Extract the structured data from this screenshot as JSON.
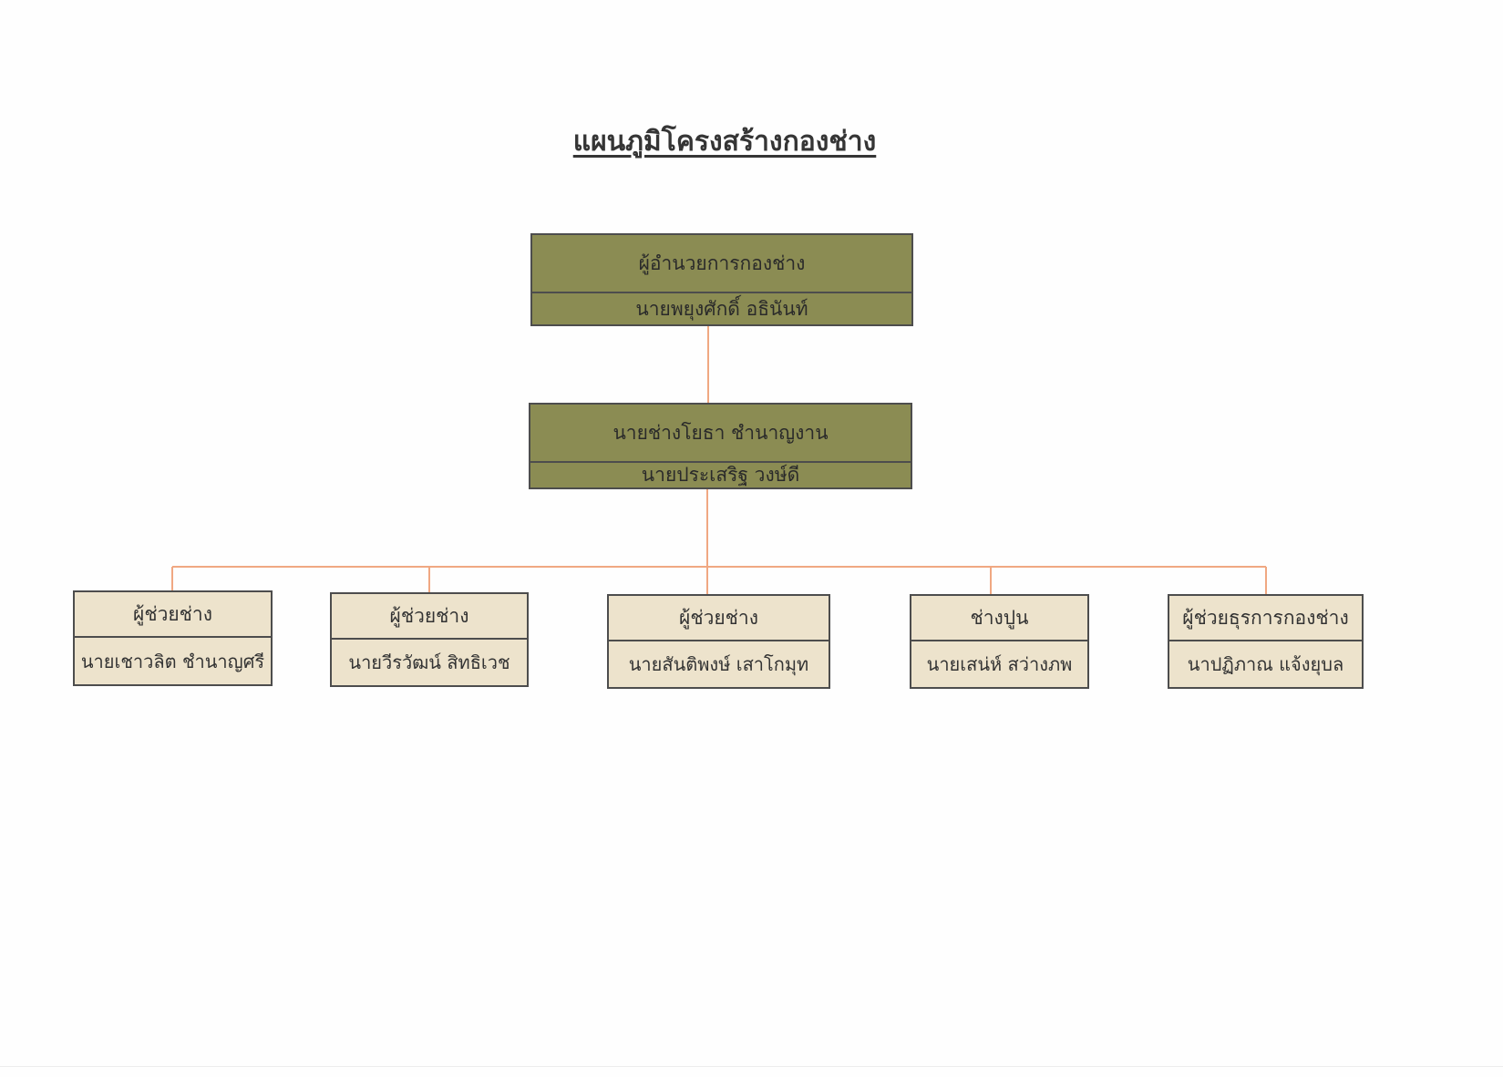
{
  "title": "แผนภูมิโครงสร้างกองช่าง",
  "line_color": "#f0a882",
  "director": {
    "position": "ผู้อำนวยการกองช่าง",
    "name": "นายพยุงศักดิ์ อธินันท์"
  },
  "engineer": {
    "position": "นายช่างโยธา ชำนาญงาน",
    "name": "นายประเสริฐ วงษ์ดี"
  },
  "staff": [
    {
      "position": "ผู้ช่วยช่าง",
      "name": "นายเชาวลิต ชำนาญศรี"
    },
    {
      "position": "ผู้ช่วยช่าง",
      "name": "นายวีรวัฒน์ สิทธิเวช"
    },
    {
      "position": "ผู้ช่วยช่าง",
      "name": "นายสันติพงษ์ เสาโกมุท"
    },
    {
      "position": "ช่างปูน",
      "name": "นายเสน่ห์ สว่างภพ"
    },
    {
      "position": "ผู้ช่วยธุรการกองช่าง",
      "name": "นาปฏิภาณ แจ้งยุบล"
    }
  ]
}
